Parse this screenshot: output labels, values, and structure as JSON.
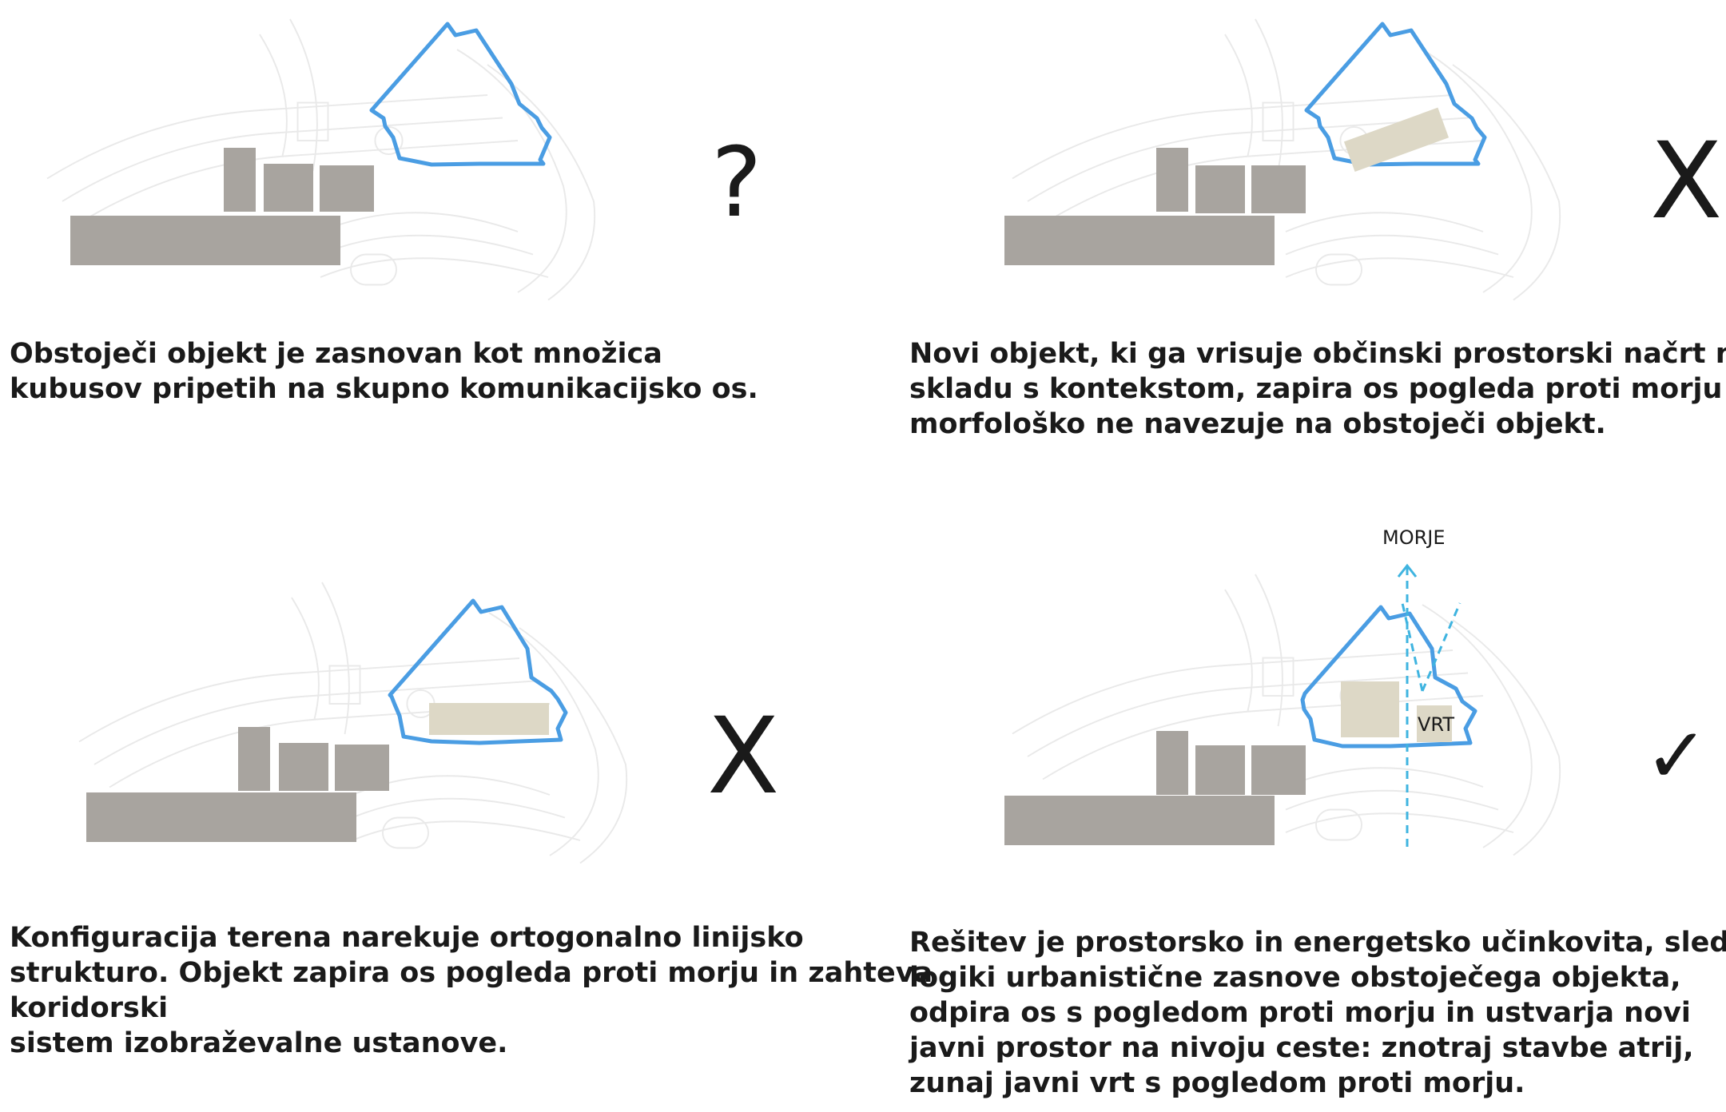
{
  "panels": [
    {
      "id": "existing",
      "verdict": "?",
      "caption_lines": [
        "Obstoječi objekt je zasnovan kot množica",
        "kubusov pripetih na skupno komunikacijsko os."
      ]
    },
    {
      "id": "municipal-plan",
      "verdict": "X",
      "caption_lines": [
        "Novi objekt, ki ga vrisuje občinski prostorski načrt ni v",
        "skladu s kontekstom, zapira os pogleda proti morju in s",
        "morfološko ne navezuje na obstoječi objekt."
      ]
    },
    {
      "id": "orthogonal",
      "verdict": "X",
      "caption_lines": [
        "Konfiguracija terena narekuje ortogonalno linijsko",
        "strukturo. Objekt zapira os pogleda proti morju in zahteva",
        "koridorski",
        "sistem izobraževalne ustanove."
      ]
    },
    {
      "id": "solution",
      "verdict": "✓",
      "labels": {
        "sea": "MORJE",
        "garden": "VRT"
      },
      "caption_lines": [
        "Rešitev je prostorsko in energetsko učinkovita, sledi",
        "logiki urbanistične zasnove obstoječega objekta,",
        "odpira os s pogledom proti morju in ustvarja novi",
        "javni prostor na nivoju ceste: znotraj stavbe atrij,",
        "zunaj javni vrt s pogledom proti morju."
      ]
    }
  ],
  "colors": {
    "outline": "#4a9de3",
    "existing_block": "#a8a49f",
    "new_block": "#ddd8c6",
    "view_axis": "#3fb4e0",
    "context_lines": "#ececec",
    "text": "#1a1a1a"
  }
}
